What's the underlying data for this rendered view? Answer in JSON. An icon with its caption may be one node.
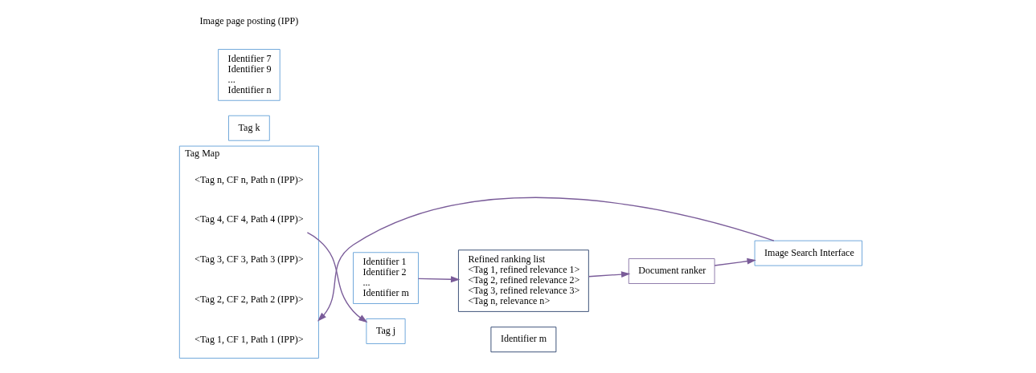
{
  "diagram": {
    "nodes": [
      {
        "text": [
          "Tag Map"
        ]
      },
      {
        "text": [
          "<Tag 1, CF 1, Path 1 (IPP)>"
        ],
        "in": 0
      },
      {
        "text": [
          "<Tag 2, CF 2, Path 2 (IPP)>"
        ],
        "in": 0
      },
      {
        "text": [
          "<Tag 3, CF 3, Path 3 (IPP)>"
        ],
        "in": 0
      },
      {
        "text": [
          "<Tag 4, CF 4, Path 4 (IPP)>"
        ],
        "in": 0
      },
      {
        "text": [
          "<Tag n, CF n, Path n (IPP)>"
        ],
        "in": 0
      },
      {
        "text": [
          "Image Search Interface"
        ]
      },
      {
        "text": [
          "Document ranker"
        ]
      },
      {
        "text": [
          "Identifier 1",
          "Identifier 2",
          "...",
          "Identifier m"
        ]
      },
      {
        "text": [
          "Tag j"
        ]
      },
      {
        "text": [
          "Identifier 7",
          "Identifier 9",
          "...",
          "Identifier n"
        ]
      },
      {
        "text": [
          "Tag k"
        ]
      },
      {
        "text": [
          "Refined ranking list",
          "<Tag 1, refined relevance 1>",
          "<Tag 2, refined relevance 2>",
          "<Tag 3, refined relevance 3>",
          "<Tag n, relevance n>"
        ]
      },
      {
        "text": [
          "Identifier m"
        ]
      }
    ],
    "edges": [
      {
        "from": 6,
        "to": 0,
        "arrow": "to"
      },
      {
        "from": 7,
        "to": 6,
        "arrow": "to"
      },
      {
        "from": 12,
        "to": 7,
        "arrow": "to"
      },
      {
        "from": 4,
        "to": 9,
        "arrow": "to"
      },
      {
        "from": 8,
        "to": 12,
        "arrow": "to"
      }
    ],
    "labels": [
      "Image page posting (IPP)"
    ]
  }
}
